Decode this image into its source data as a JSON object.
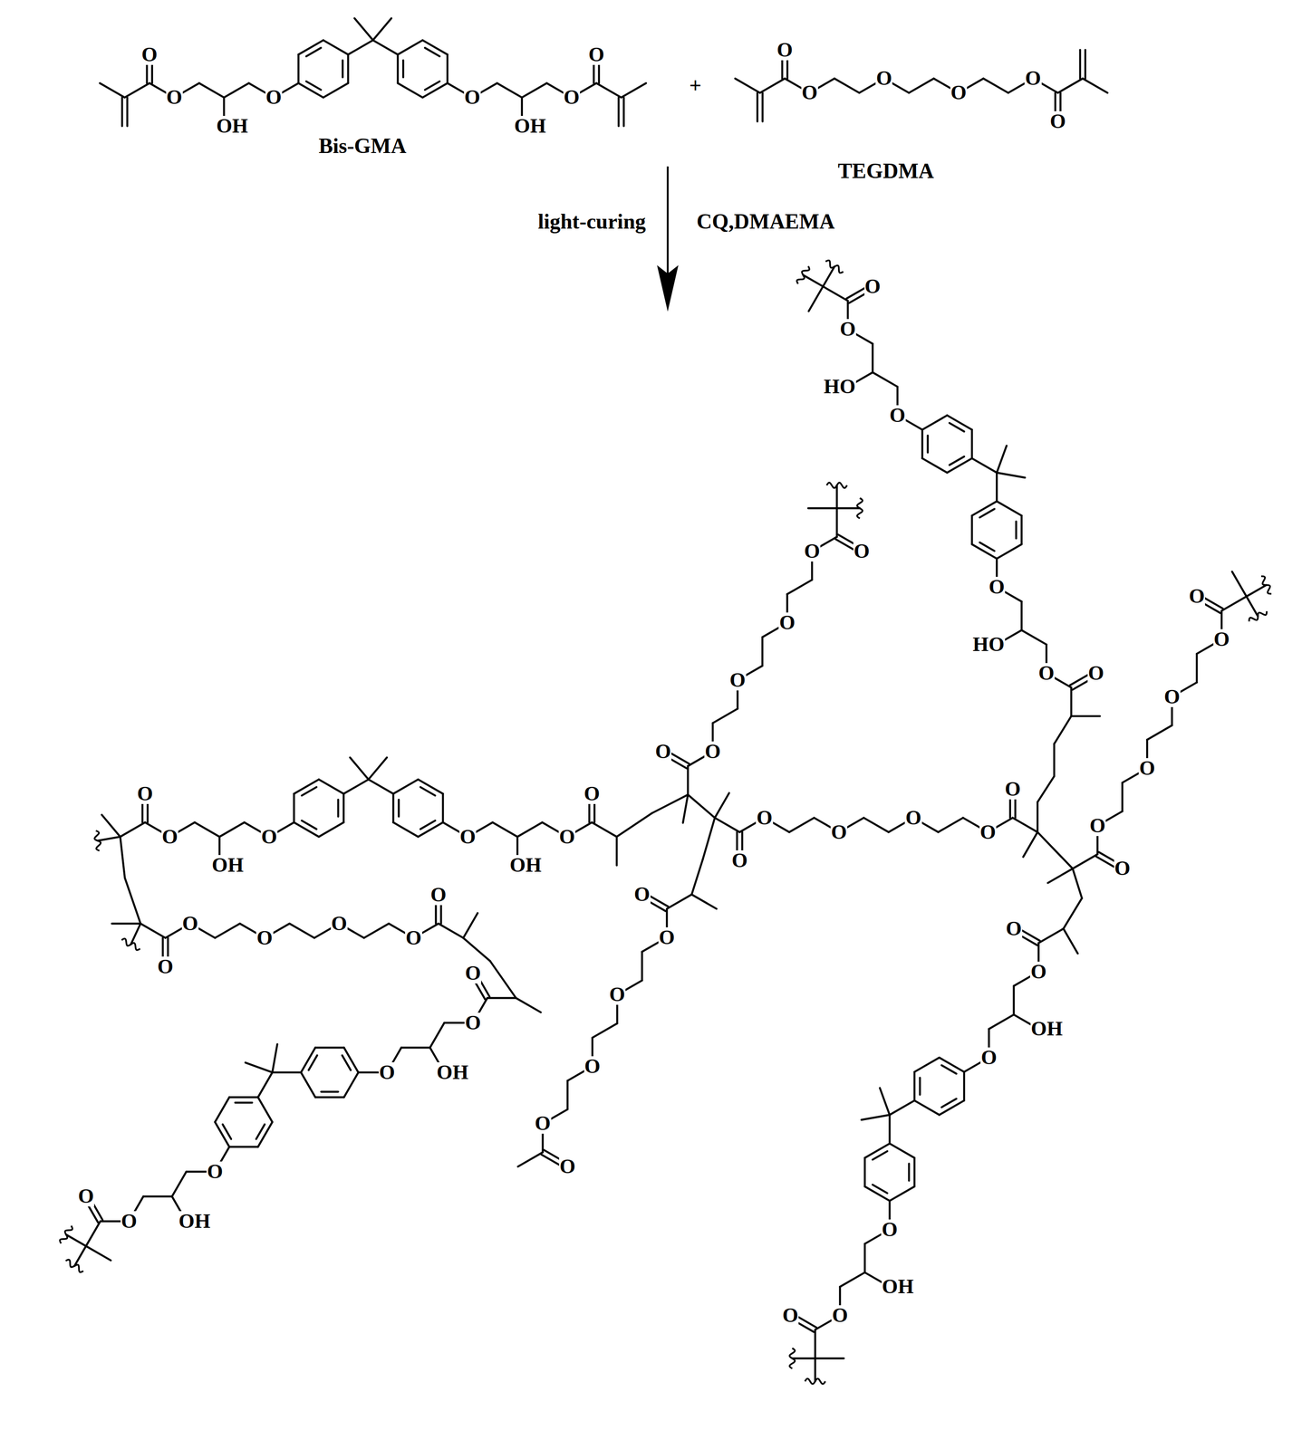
{
  "diagram": {
    "labels": [
      "Bis-GMA",
      "TEGDMA",
      "+",
      "light-curing",
      "CQ,DMAEMA",
      "O",
      "O",
      "OH",
      "O",
      "O",
      "OH",
      "O",
      "O",
      "O",
      "O",
      "O",
      "O",
      "O",
      "O",
      "O",
      "O",
      "HO",
      "O",
      "O",
      "HO",
      "O",
      "O",
      "O",
      "O",
      "O",
      "O",
      "O",
      "O",
      "O",
      "O",
      "OH",
      "O",
      "O",
      "OH",
      "O",
      "O",
      "O",
      "O",
      "O",
      "O",
      "O",
      "O",
      "O",
      "O",
      "OH",
      "O",
      "O",
      "OH",
      "O",
      "O",
      "O",
      "O",
      "O",
      "O",
      "O",
      "O",
      "O",
      "O",
      "O",
      "O",
      "O",
      "O",
      "O",
      "O",
      "O",
      "O",
      "O",
      "O",
      "O",
      "O",
      "OH",
      "O",
      "O",
      "OH",
      "O",
      "O"
    ]
  }
}
